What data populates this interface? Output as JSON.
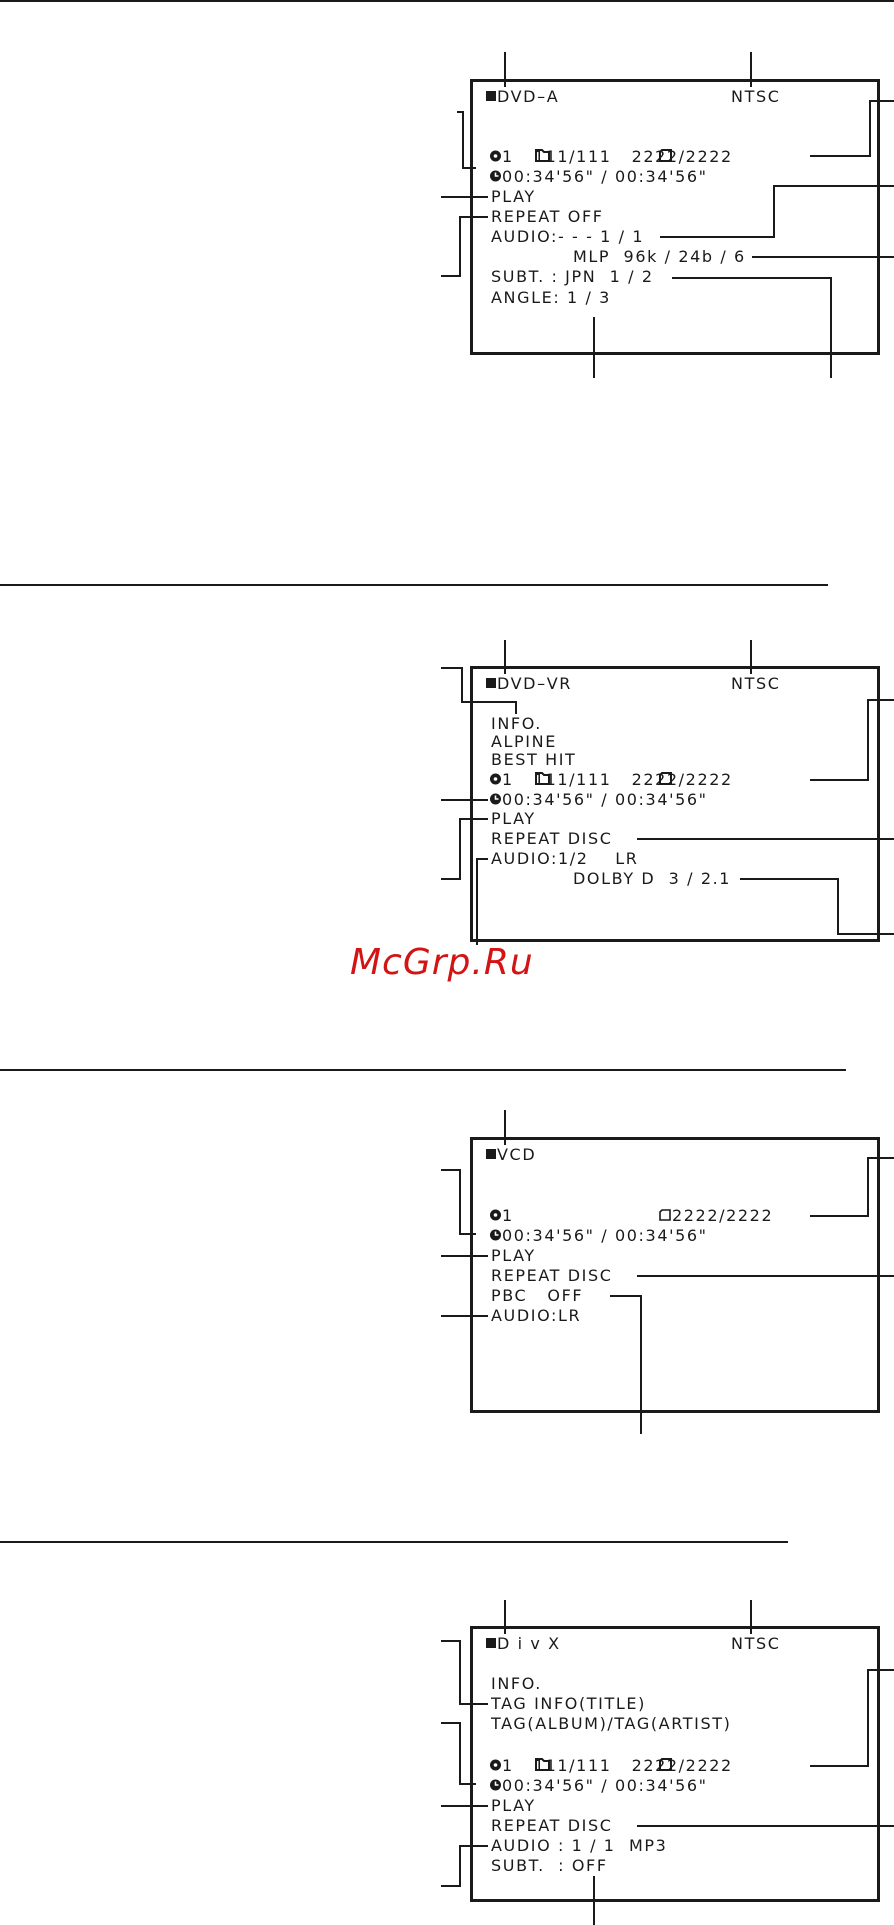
{
  "watermark": "McGrp.Ru",
  "colors": {
    "ink": "#1a1a1a",
    "watermark": "#d21414",
    "background": "#ffffff"
  },
  "icons": {
    "disc": "disc-icon",
    "folder": "folder-icon",
    "track": "track-icon",
    "clock": "clock-icon",
    "stop_square": "stop-square-icon"
  },
  "dvd_a": {
    "format": "DVD–A",
    "system": "NTSC",
    "group_track": "1   111/111   2222/2222",
    "time": "00:34'56\" / 00:34'56\"",
    "play": "PLAY",
    "repeat": "REPEAT OFF",
    "audio": "AUDIO:- - - 1 / 1",
    "audio_format": "MLP  96k / 24b / 6",
    "subtitle": "SUBT. : JPN  1 / 2",
    "angle": "ANGLE: 1 / 3"
  },
  "dvd_vr": {
    "format": "DVD–VR",
    "system": "NTSC",
    "info": "INFO.",
    "info_line1": "ALPINE",
    "info_line2": "BEST HIT",
    "group_track": "1   111/111   2222/2222",
    "time": "00:34'56\" / 00:34'56\"",
    "play": "PLAY",
    "repeat": "REPEAT DISC",
    "audio": "AUDIO:1/2    LR",
    "audio_format": "DOLBY D  3 / 2.1"
  },
  "vcd": {
    "format": "VCD",
    "disc": "1",
    "track": "2222/2222",
    "time": "00:34'56\" / 00:34'56\"",
    "play": "PLAY",
    "repeat": "REPEAT DISC",
    "pbc": "PBC   OFF",
    "audio": "AUDIO:LR"
  },
  "divx": {
    "format": "D i v X",
    "system": "NTSC",
    "info": "INFO.",
    "tag_title": "TAG INFO(TITLE)",
    "tag_album_artist": "TAG(ALBUM)/TAG(ARTIST)",
    "group_track": "1   111/111   2222/2222",
    "time": "00:34'56\" / 00:34'56\"",
    "play": "PLAY",
    "repeat": "REPEAT DISC",
    "audio": "AUDIO : 1 / 1  MP3",
    "subtitle": "SUBT.  : OFF"
  }
}
